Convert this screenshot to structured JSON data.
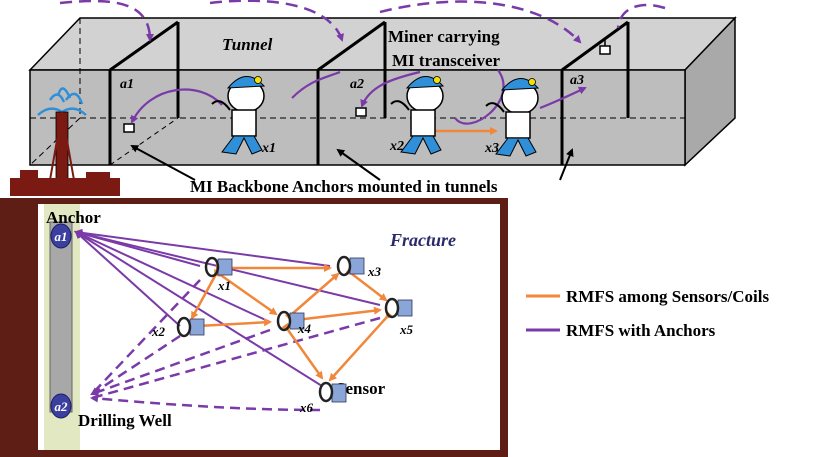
{
  "tunnel": {
    "title": "Tunnel",
    "miner_caption_line1": "Miner carrying",
    "miner_caption_line2": "MI transceiver",
    "anchors_caption": "MI Backbone Anchors mounted in tunnels",
    "anchor_labels": [
      "a1",
      "a2",
      "a3"
    ],
    "miner_labels": [
      "x1",
      "x2",
      "x3"
    ]
  },
  "field": {
    "title": "Fracture",
    "anchor_label": "Anchor",
    "well_label": "Drilling Well",
    "sensor_label": "Sensor",
    "anchor_names": [
      "a1",
      "a2"
    ],
    "sensor_names": [
      "x1",
      "x2",
      "x3",
      "x4",
      "x5",
      "x6"
    ]
  },
  "legend": {
    "items": [
      {
        "label": "RMFS among Sensors/Coils",
        "color": "#f0873a"
      },
      {
        "label": "RMFS with Anchors",
        "color": "#7a3aa8"
      }
    ]
  },
  "colors": {
    "purple": "#7a3aa8",
    "orange": "#f0873a",
    "tunnel_fill": "#bdbdbd",
    "ground": "#5e1e15",
    "fracture_bg": "#ffffff",
    "well": "#a8a8a8",
    "well_band": "#e2e8c2",
    "node": "#3b3fa0"
  }
}
